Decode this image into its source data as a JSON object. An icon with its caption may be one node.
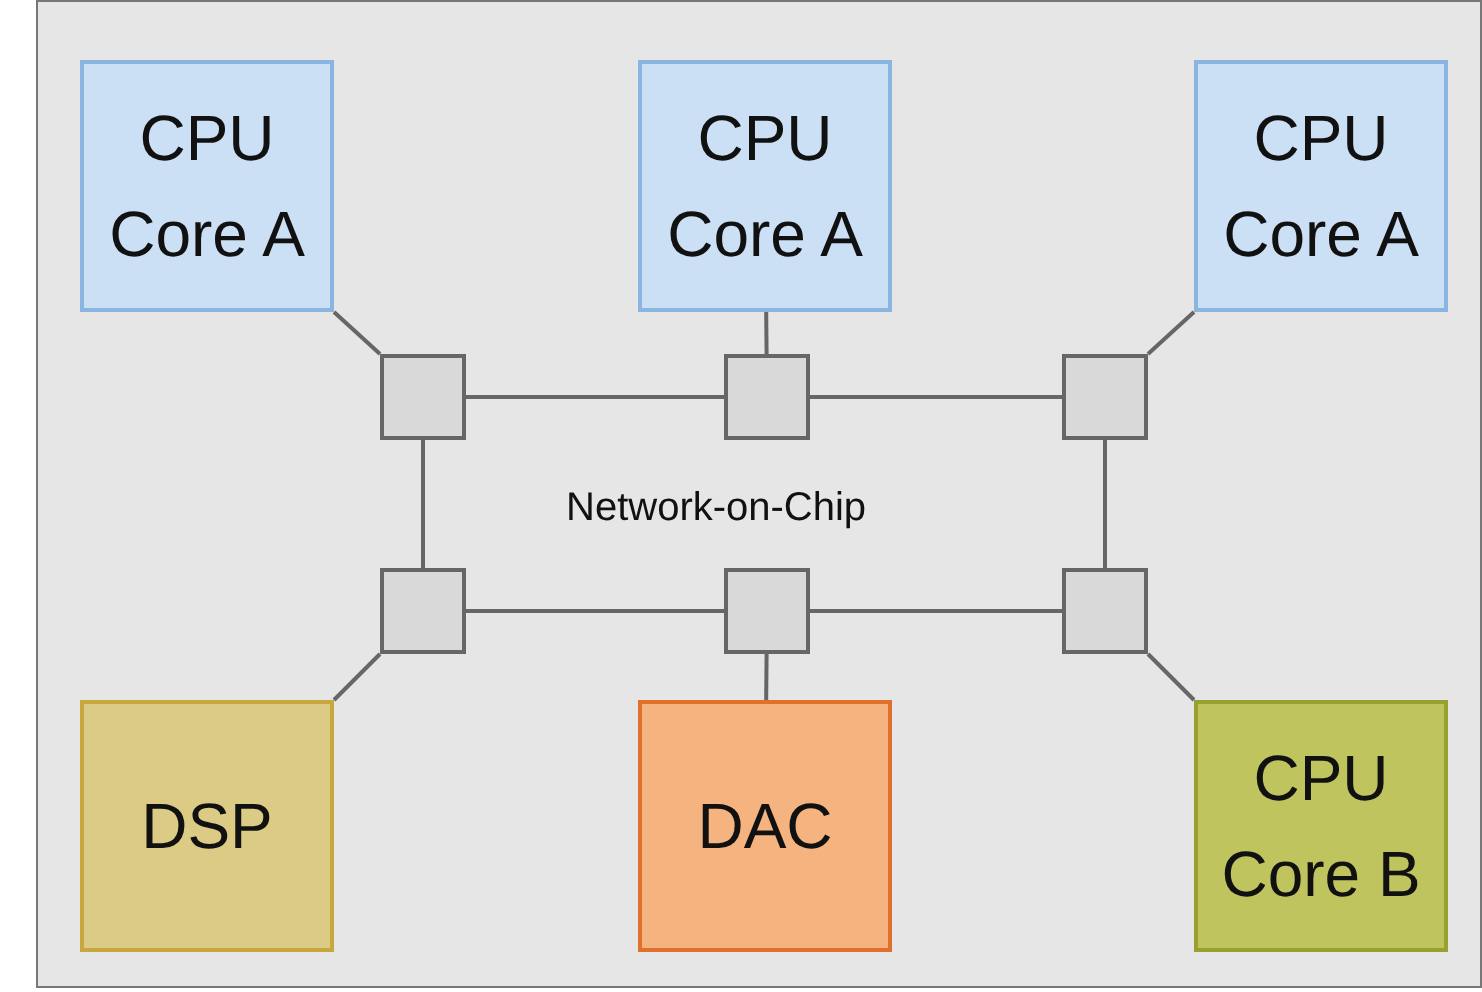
{
  "diagram": {
    "nodes": [
      {
        "text": [
          "CPU Core A"
        ]
      },
      {
        "text": [
          "CPU Core A"
        ]
      },
      {
        "text": [
          "CPU Core A"
        ]
      },
      {
        "text": [],
        "shape": "box"
      },
      {
        "text": [],
        "shape": "box"
      },
      {
        "text": [],
        "shape": "box"
      },
      {
        "text": [],
        "shape": "box"
      },
      {
        "text": [],
        "shape": "box"
      },
      {
        "text": [],
        "shape": "box"
      },
      {
        "text": [
          "DSP"
        ]
      },
      {
        "text": [
          "DAC"
        ]
      },
      {
        "text": [
          "CPU Core B"
        ]
      }
    ],
    "edges": [
      {
        "from": 0,
        "to": 3,
        "arrow": "none"
      },
      {
        "from": 1,
        "to": 4,
        "arrow": "none"
      },
      {
        "from": 2,
        "to": 5,
        "arrow": "none"
      },
      {
        "from": 3,
        "to": 4,
        "arrow": "none"
      },
      {
        "from": 4,
        "to": 5,
        "arrow": "none"
      },
      {
        "from": 3,
        "to": 6,
        "arrow": "none"
      },
      {
        "from": 5,
        "to": 8,
        "arrow": "none"
      },
      {
        "from": 6,
        "to": 7,
        "arrow": "none"
      },
      {
        "from": 7,
        "to": 8,
        "arrow": "none"
      },
      {
        "from": 6,
        "to": 9,
        "arrow": "none"
      },
      {
        "from": 7,
        "to": 10,
        "arrow": "none"
      },
      {
        "from": 8,
        "to": 11,
        "arrow": "none"
      }
    ],
    "labels": [
      "Network-on-Chip"
    ]
  }
}
